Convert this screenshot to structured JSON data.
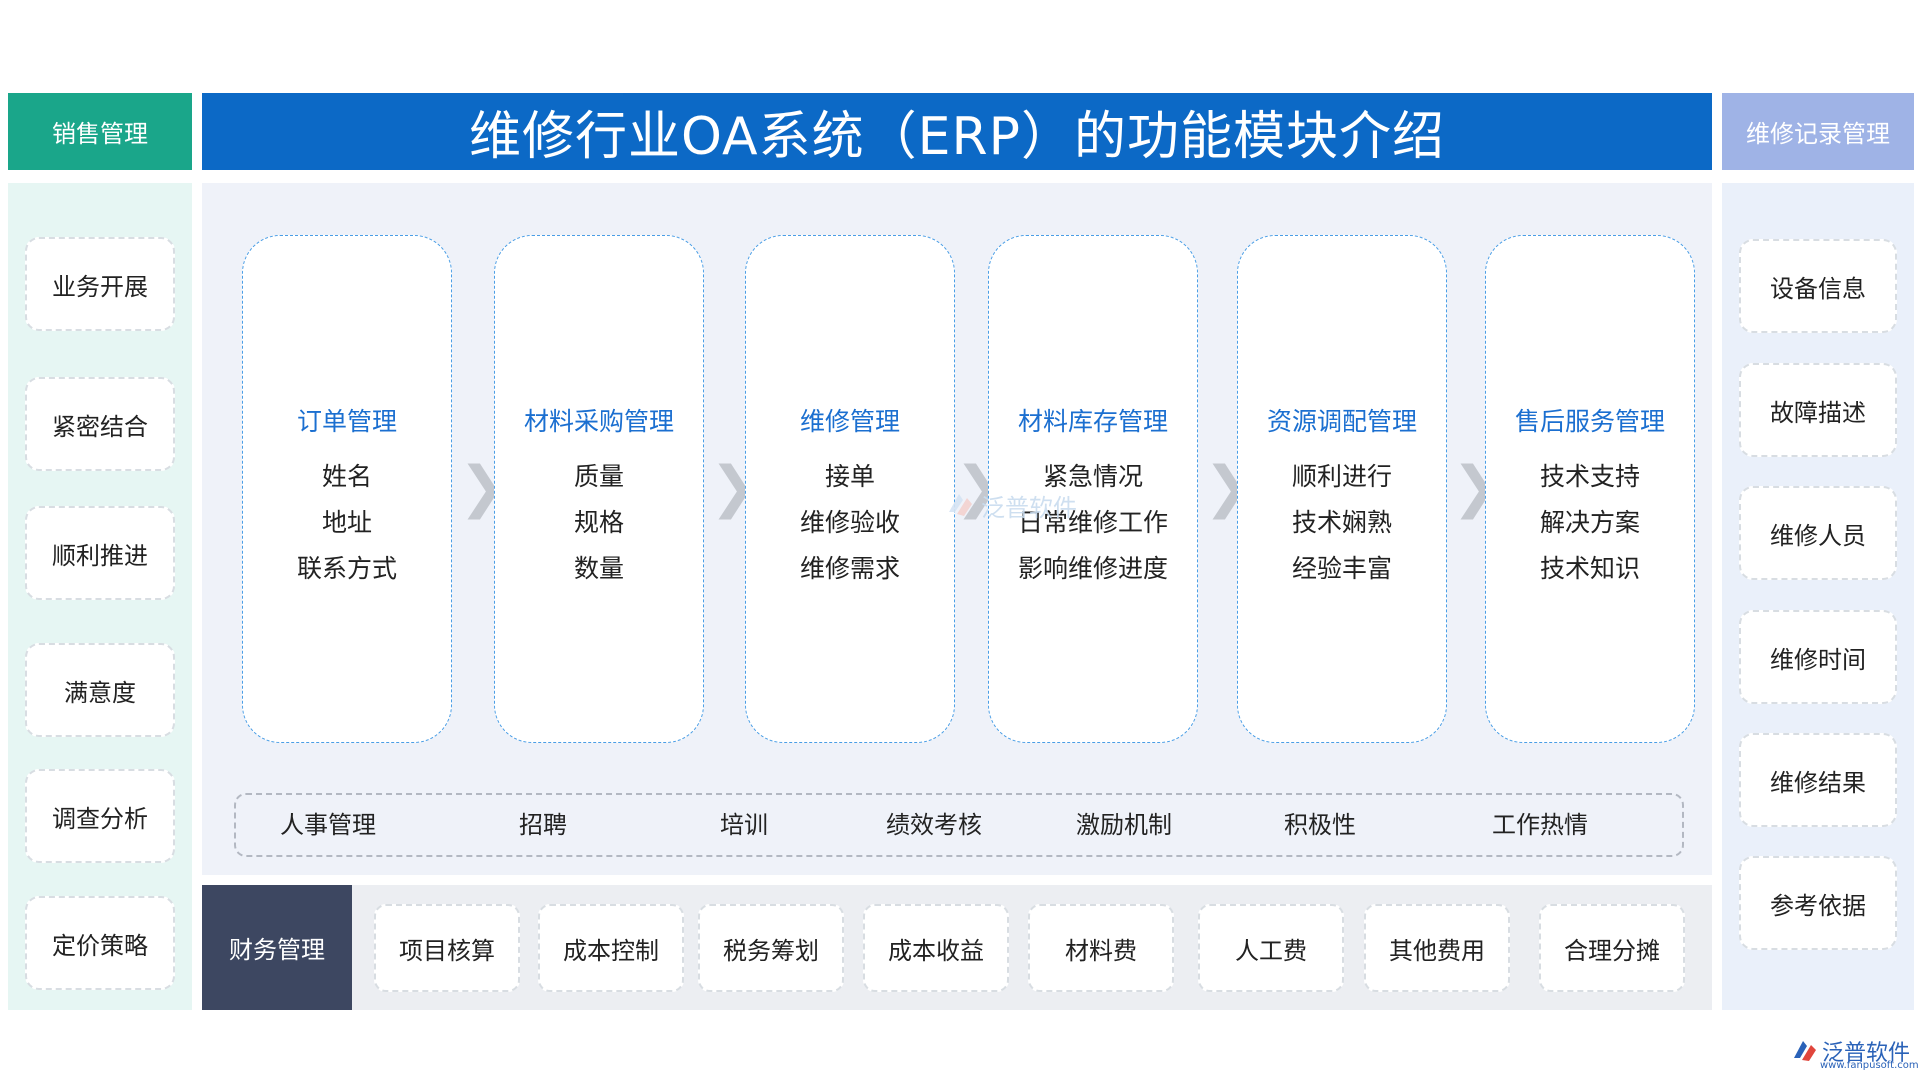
{
  "header": {
    "left": "销售管理",
    "title": "维修行业OA系统（ERP）的功能模块介绍",
    "right": "维修记录管理"
  },
  "left_panel": {
    "items": [
      "业务开展",
      "紧密结合",
      "顺利推进",
      "满意度",
      "调查分析",
      "定价策略"
    ]
  },
  "right_panel": {
    "items": [
      "设备信息",
      "故障描述",
      "维修人员",
      "维修时间",
      "维修结果",
      "参考依据"
    ]
  },
  "modules": [
    {
      "title": "订单管理",
      "items": [
        "姓名",
        "地址",
        "联系方式"
      ]
    },
    {
      "title": "材料采购管理",
      "items": [
        "质量",
        "规格",
        "数量"
      ]
    },
    {
      "title": "维修管理",
      "items": [
        "接单",
        "维修验收",
        "维修需求"
      ]
    },
    {
      "title": "材料库存管理",
      "items": [
        "紧急情况",
        "日常维修工作",
        "影响维修进度"
      ]
    },
    {
      "title": "资源调配管理",
      "items": [
        "顺利进行",
        "技术娴熟",
        "经验丰富"
      ]
    },
    {
      "title": "售后服务管理",
      "items": [
        "技术支持",
        "解决方案",
        "技术知识"
      ]
    }
  ],
  "hr": {
    "items": [
      "人事管理",
      "招聘",
      "培训",
      "绩效考核",
      "激励机制",
      "积极性",
      "工作热情"
    ]
  },
  "finance": {
    "head": "财务管理",
    "items": [
      "项目核算",
      "成本控制",
      "税务筹划",
      "成本收益",
      "材料费",
      "人工费",
      "其他费用",
      "合理分摊"
    ]
  },
  "watermark": {
    "text": "泛普软件"
  },
  "brand": {
    "name": "泛普软件",
    "url": "www.fanpusoft.com"
  },
  "colors": {
    "sales_header": "#1aa68a",
    "title_bar": "#0c69c6",
    "record_header": "#9fb3e6",
    "module_title": "#1b6fd0",
    "finance_head": "#3d4761"
  }
}
